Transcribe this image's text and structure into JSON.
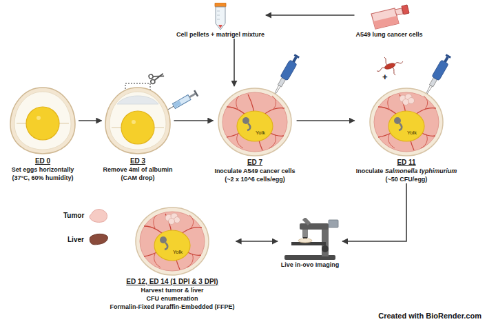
{
  "diagram": {
    "nodes": [
      {
        "text": [
          "A549 lung cancer cells"
        ]
      },
      {
        "text": [
          "Cell pellets + matrigel mixture"
        ]
      },
      {
        "text": [
          "ED 0",
          "Set eggs horizontally",
          "(37°C, 60% humidity)"
        ]
      },
      {
        "text": [
          "ED 3",
          "Remove 4ml of albumin",
          "(CAM drop)"
        ]
      },
      {
        "text": [
          "Yolk",
          "ED 7",
          "Inoculate A549 cancer cells",
          "(~2 x 10^6 cells/egg)"
        ]
      },
      {
        "text": [
          "Yolk",
          "ED 11",
          "Inoculate",
          "Salmonella typhimurium",
          "(~50 CFU/egg)"
        ]
      },
      {
        "text": [
          "Live in-ovo Imaging"
        ]
      },
      {
        "text": [
          "Yolk",
          "ED 12, ED 14 (1 DPI & 3 DPI)",
          "Harvest tumor & liver",
          "CFU enumeration",
          "Formalin-Fixed Paraffin-Embedded (FFPE)"
        ]
      }
    ],
    "edges": [
      {
        "from": 0,
        "to": 1,
        "arrow": "to"
      },
      {
        "from": 1,
        "to": 4,
        "arrow": "to"
      },
      {
        "from": 2,
        "to": 3,
        "arrow": "to"
      },
      {
        "from": 3,
        "to": 4,
        "arrow": "to"
      },
      {
        "from": 4,
        "to": 5,
        "arrow": "to"
      },
      {
        "from": 5,
        "to": 6,
        "arrow": "to"
      },
      {
        "from": 7,
        "to": 6,
        "arrow": "both"
      }
    ],
    "labels": [
      "+",
      "Tumor",
      "Liver",
      "Created with BioRender.com"
    ]
  }
}
